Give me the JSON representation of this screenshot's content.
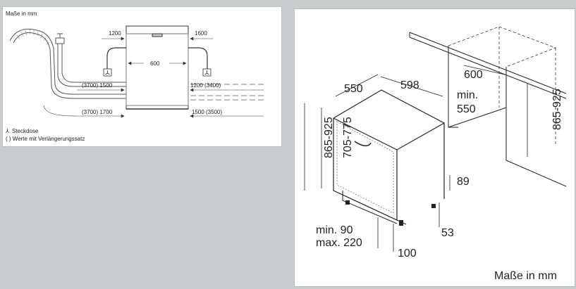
{
  "left_diagram": {
    "title": "Maße in mm",
    "dims": {
      "left_top": "1200",
      "right_top": "1600",
      "width": "600",
      "left_mid": "(3700) 1500",
      "right_mid": "1200 (3400)",
      "left_bottom": "(3700) 1700",
      "right_bottom": "1500 (3500)"
    },
    "legend_socket": "Steckdose",
    "legend_note": "( ) Werte mit Verlängerungssatz",
    "socket_symbol": "⅄"
  },
  "right_diagram": {
    "dims": {
      "depth": "550",
      "width": "598",
      "niche_width": "600",
      "niche_min_label": "min.",
      "niche_min_value": "550",
      "height_range": "865-925",
      "inner_height": "705-775",
      "niche_height": "865-925",
      "plinth_height": "89",
      "foot_offset": "53",
      "plinth_min": "min. 90",
      "plinth_max": "max. 220",
      "foot_depth": "100"
    },
    "unit_label": "Maße in mm"
  }
}
